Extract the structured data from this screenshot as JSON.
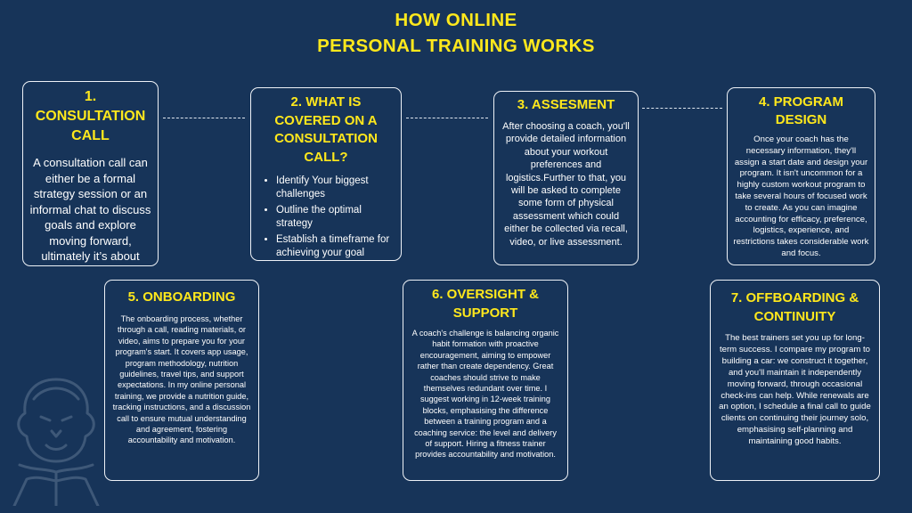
{
  "title": {
    "line1": "HOW ONLINE",
    "line2": "PERSONAL TRAINING WORKS"
  },
  "steps": [
    {
      "title": "1. CONSULTATION CALL",
      "body": "A consultation call can either be a formal strategy session or an informal chat to discuss goals and explore moving forward, ultimately it’s about finding the right fit"
    },
    {
      "title": "2. WHAT IS COVERED ON A CONSULTATION CALL?",
      "bullets": [
        "Identify Your biggest challenges",
        "Outline the optimal strategy",
        "Establish a timeframe for achieving your goal"
      ]
    },
    {
      "title": "3. ASSESMENT",
      "body": "After choosing a coach, you'll provide detailed information about your workout preferences and logistics.Further to that, you will be asked to complete some form of physical assessment which could either be collected via recall, video, or live assessment."
    },
    {
      "title": "4. PROGRAM DESIGN",
      "body": "Once your coach has the necessary information, they'll assign a start date and design your program. It isn't uncommon for a highly custom workout program to take several hours of focused work to create. As you can imagine accounting for efficacy, preference, logistics, experience, and restrictions takes considerable work and focus."
    },
    {
      "title": "5. ONBOARDING",
      "body": "The onboarding process, whether through a call, reading materials, or video, aims to prepare you for your program's start. It covers app usage, program methodology, nutrition guidelines, travel tips, and support expectations. In my online personal training, we provide a nutrition guide, tracking instructions, and a discussion call to ensure mutual understanding and agreement, fostering accountability and motivation."
    },
    {
      "title": "6. OVERSIGHT & SUPPORT",
      "body": "A coach's challenge is balancing organic habit formation with proactive encouragement, aiming to empower rather than create dependency. Great coaches should strive to make themselves redundant over time. I suggest working in 12-week training blocks, emphasising the difference between a training program and a coaching service: the level and delivery of support. Hiring a fitness trainer provides accountability and motivation."
    },
    {
      "title": "7. OFFBOARDING & CONTINUITY",
      "body": "The best trainers set you up for long-term success. I compare my program to building a car: we construct it together, and you'll maintain it independently moving forward, through occasional check-ins can help. While renewals are an option, I schedule a final call to guide clients on continuing their journey solo, emphasising self-planning and maintaining good habits."
    }
  ],
  "colors": {
    "background": "#173459",
    "accent": "#ffe81c",
    "text": "#ffffff",
    "border": "#eef2f7"
  },
  "icons": {
    "mascot": "lion-logo-icon"
  }
}
